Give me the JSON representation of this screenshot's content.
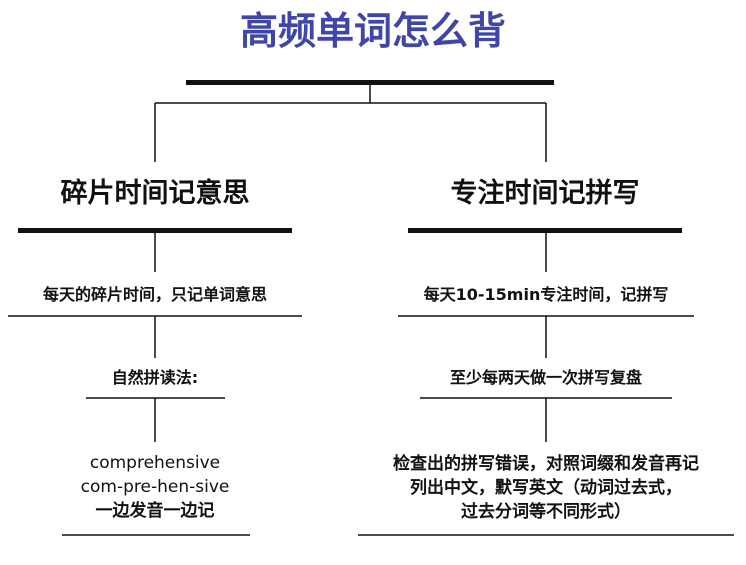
{
  "title": "高频单词怎么背",
  "left": {
    "heading": "碎片时间记意思",
    "step1": "每天的碎片时间，只记单词意思",
    "step2": "自然拼读法:",
    "step3_line1": "comprehensive",
    "step3_line2": "com-pre-hen-sive",
    "step3_line3": "一边发音一边记"
  },
  "right": {
    "heading": "专注时间记拼写",
    "step1": "每天10-15min专注时间，记拼写",
    "step2": "至少每两天做一次拼写复盘",
    "step3_line1": "检查出的拼写错误，对照词缀和发音再记",
    "step3_line2": "列出中文，默写英文（动词过去式，",
    "step3_line3": "过去分词等不同形式）"
  }
}
